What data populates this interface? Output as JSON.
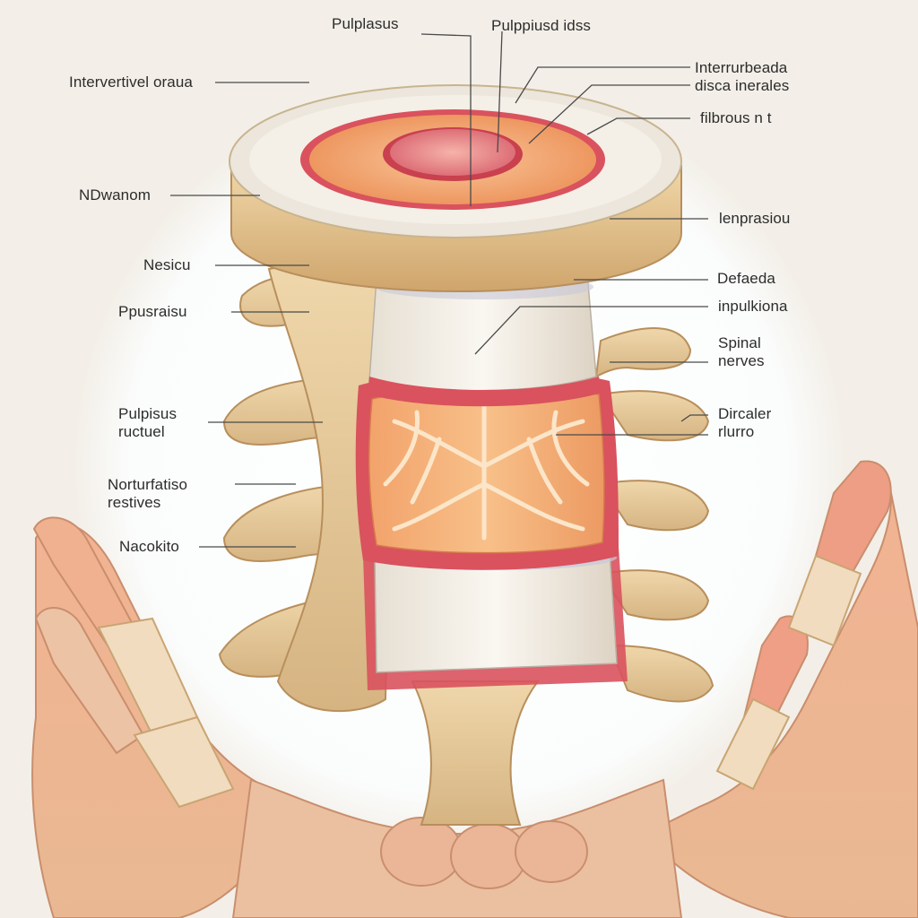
{
  "labels": {
    "top_left": "Pulplasus",
    "top_right": "Pulppiusd idss",
    "right_1_line1": "Interrurbeada",
    "right_1_line2": "disca inerales",
    "right_2": "filbrous n t",
    "left_1": "Intervertivel oraua",
    "left_2": "NDwanom",
    "left_3": "Nesicu",
    "left_4": "Ppusraisu",
    "left_5_line1": "Pulpisus",
    "left_5_line2": "ructuel",
    "left_6_line1": "Norturfatiso",
    "left_6_line2": "restives",
    "left_7": "Nacokito",
    "right_3": "lenprasiou",
    "right_4": "Defaeda",
    "right_5": "inpulkiona",
    "right_6_line1": "Spinal",
    "right_6_line2": "nerves",
    "right_7_line1": "Dircaler",
    "right_7_line2": "rlurro"
  },
  "colors": {
    "background": "#f3efe8",
    "halo": "#ffffff",
    "bone": "#e2c79a",
    "bone_shadow": "#c9a572",
    "disc_white": "#f1ece4",
    "annulus_orange": "#f2a36b",
    "nucleus_pink": "#e9828a",
    "red_rim": "#d9525e",
    "skin": "#efbf9e",
    "skin_shadow": "#d99a7a",
    "leader": "#4a4a4a"
  }
}
